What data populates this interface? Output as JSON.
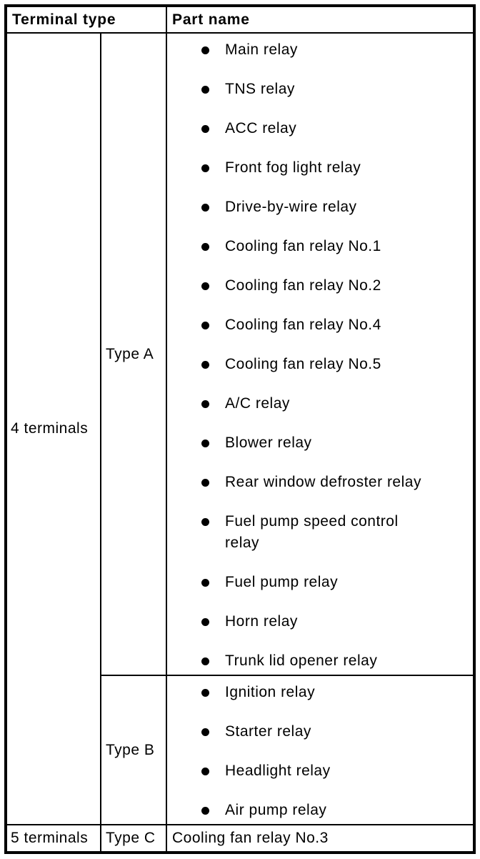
{
  "table": {
    "header": {
      "terminal_type": "Terminal type",
      "part_name": "Part name"
    },
    "four_terminals": {
      "label": "4 terminals",
      "type_a": {
        "label": "Type A",
        "parts": [
          "Main relay",
          "TNS relay",
          "ACC relay",
          "Front fog light relay",
          "Drive-by-wire relay",
          "Cooling fan relay No.1",
          "Cooling fan relay No.2",
          "Cooling fan relay No.4",
          "Cooling fan relay No.5",
          "A/C relay",
          "Blower relay",
          "Rear window defroster relay",
          "Fuel pump speed control\nrelay",
          "Fuel pump relay",
          "Horn relay",
          "Trunk lid opener relay"
        ]
      },
      "type_b": {
        "label": "Type B",
        "parts": [
          "Ignition relay",
          "Starter relay",
          "Headlight relay",
          "Air pump relay"
        ]
      }
    },
    "five_terminals": {
      "label": "5 terminals",
      "type_c": {
        "label": "Type C",
        "part": "Cooling fan relay No.3"
      }
    },
    "colors": {
      "ink": "#000000",
      "paper": "#ffffff"
    }
  }
}
